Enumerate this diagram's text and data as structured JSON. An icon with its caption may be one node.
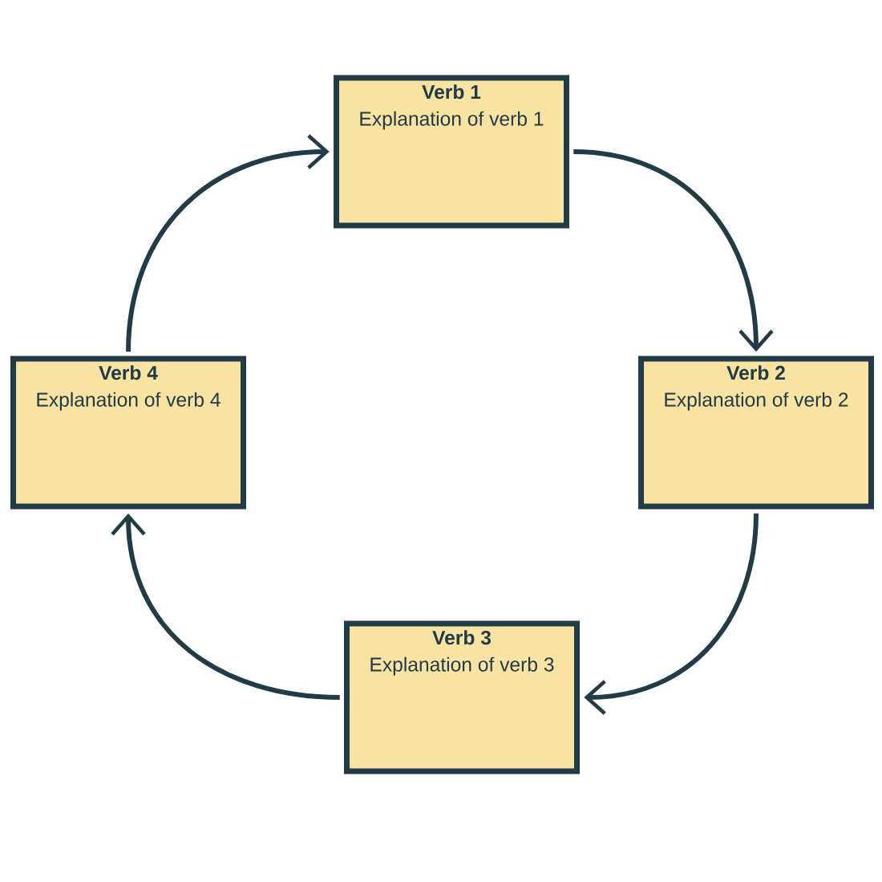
{
  "diagram": {
    "nodes": [
      {
        "text": [
          "Verb 1",
          "Explanation of verb 1"
        ]
      },
      {
        "text": [
          "Verb 2",
          "Explanation of verb 2"
        ]
      },
      {
        "text": [
          "Verb 3",
          "Explanation of verb 3"
        ]
      },
      {
        "text": [
          "Verb 4",
          "Explanation of verb 4"
        ]
      }
    ],
    "edges": [
      {
        "from": 0,
        "to": 1,
        "arrow": "to"
      },
      {
        "from": 1,
        "to": 2,
        "arrow": "to"
      },
      {
        "from": 2,
        "to": 3,
        "arrow": "to"
      },
      {
        "from": 3,
        "to": 0,
        "arrow": "to"
      }
    ]
  }
}
